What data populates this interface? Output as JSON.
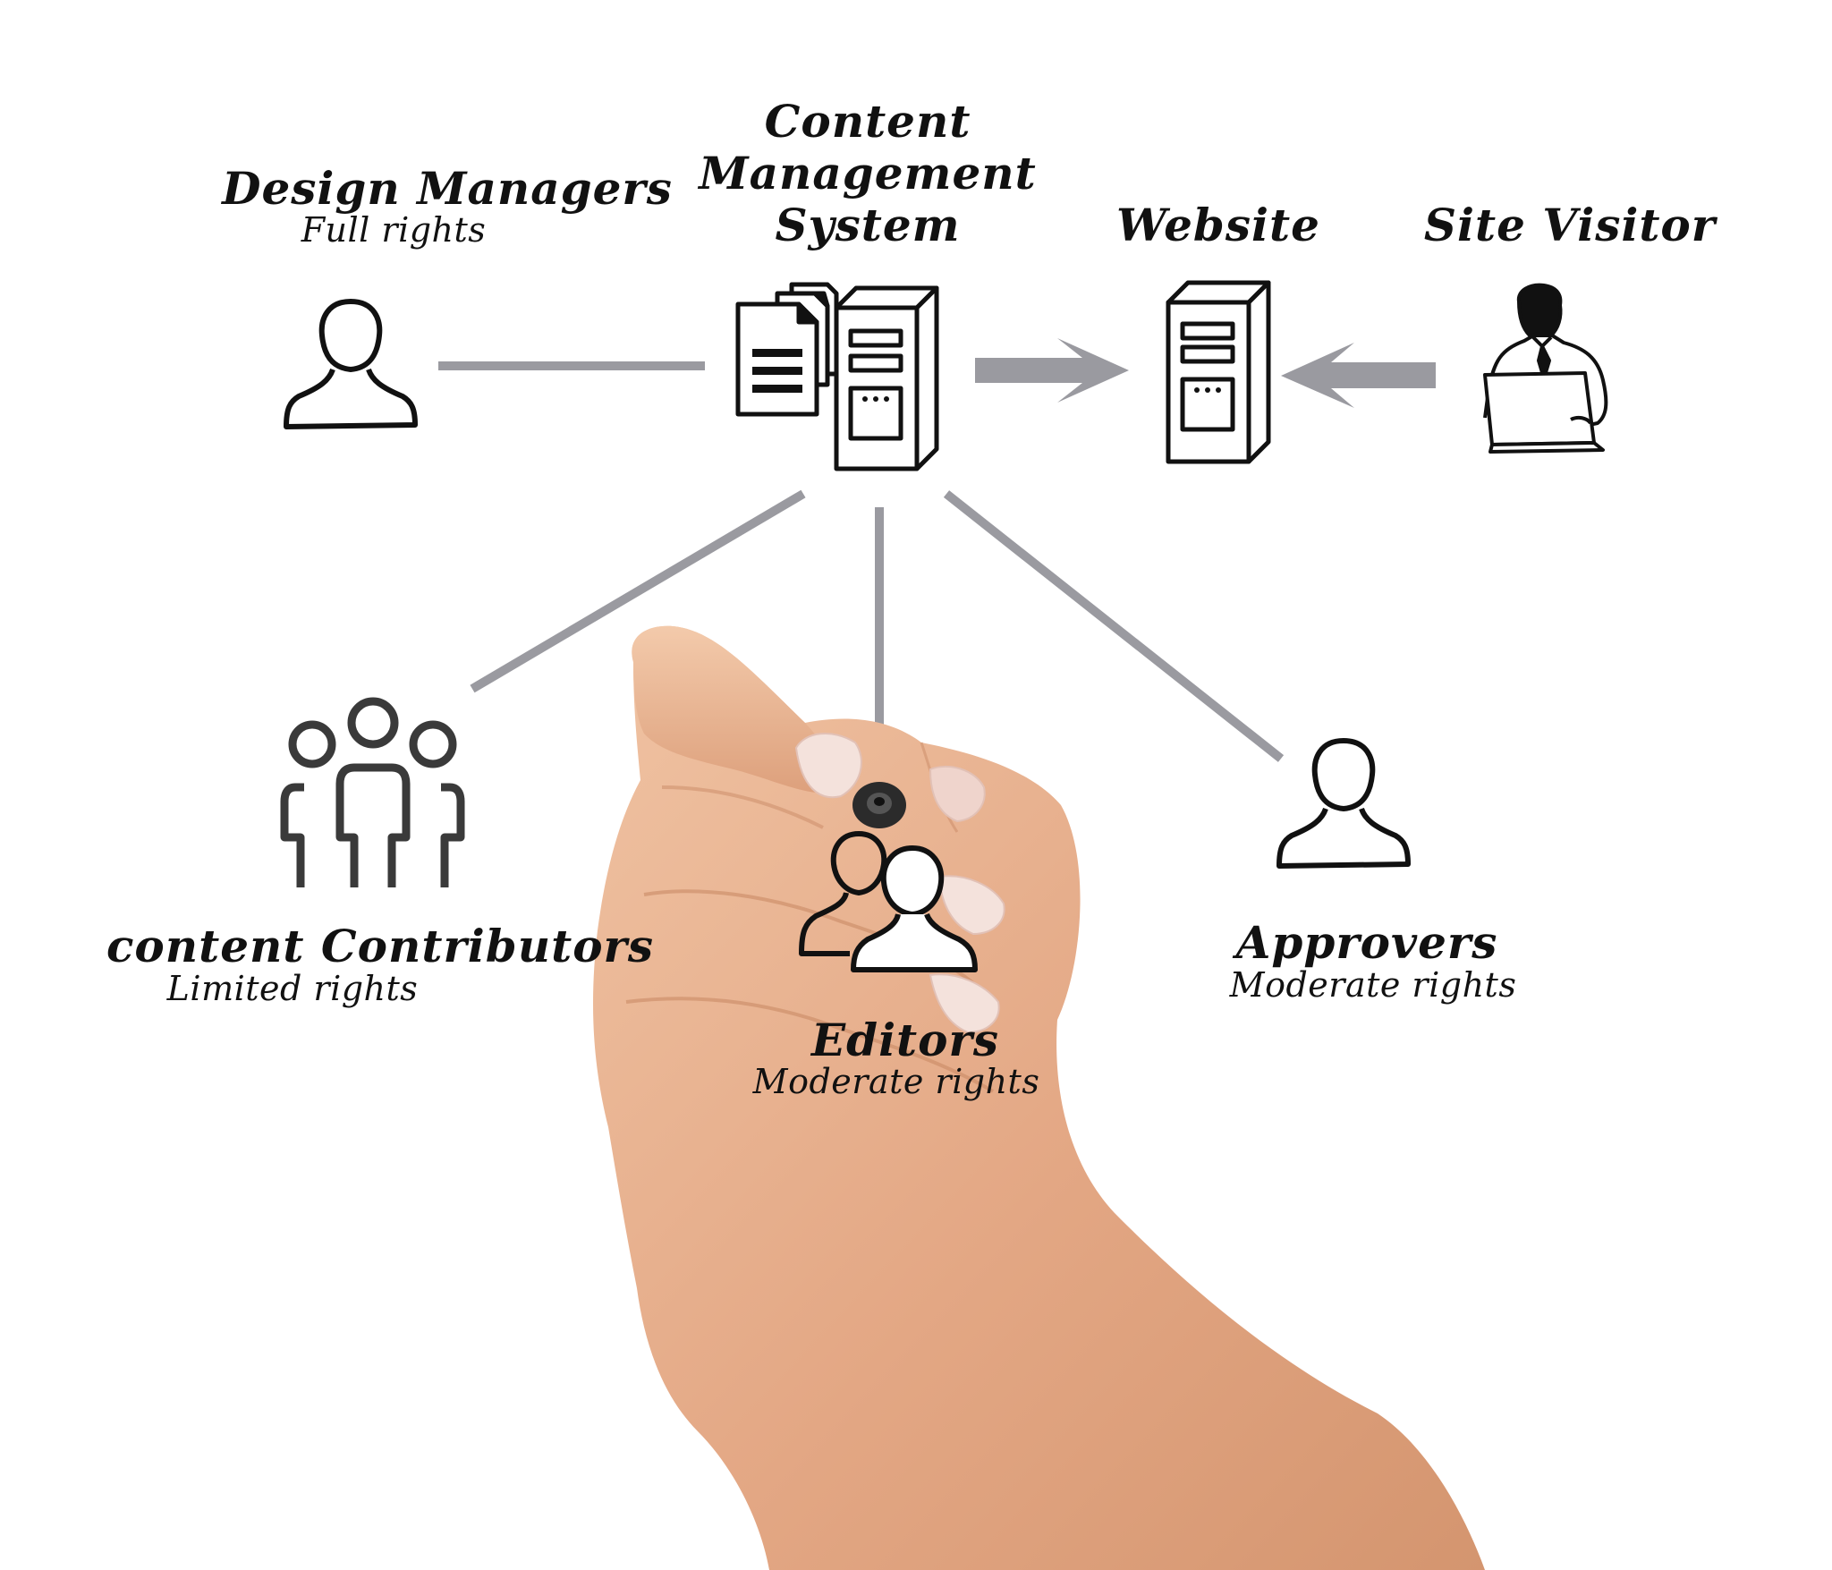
{
  "nodes": {
    "design_managers": {
      "title": "Design Managers",
      "subtitle": "Full rights"
    },
    "cms": {
      "title_lines": [
        "Content",
        "Management",
        "System"
      ]
    },
    "website": {
      "title": "Website"
    },
    "site_visitor": {
      "title": "Site Visitor"
    },
    "content_contributors": {
      "title": "content Contributors",
      "subtitle": "Limited rights"
    },
    "editors": {
      "title": "Editors",
      "subtitle": "Moderate rights"
    },
    "approvers": {
      "title": "Approvers",
      "subtitle": "Moderate rights"
    }
  },
  "colors": {
    "connector": "#9a9aa0",
    "ink": "#111111",
    "skin": "#e9b594",
    "skin_shadow": "#c98a66",
    "nail": "#f4e2dc"
  },
  "icons": [
    "person-icon",
    "documents-icon",
    "server-icon",
    "visitor-laptop-icon",
    "group-icon",
    "pair-icon",
    "hand-marker-image"
  ]
}
